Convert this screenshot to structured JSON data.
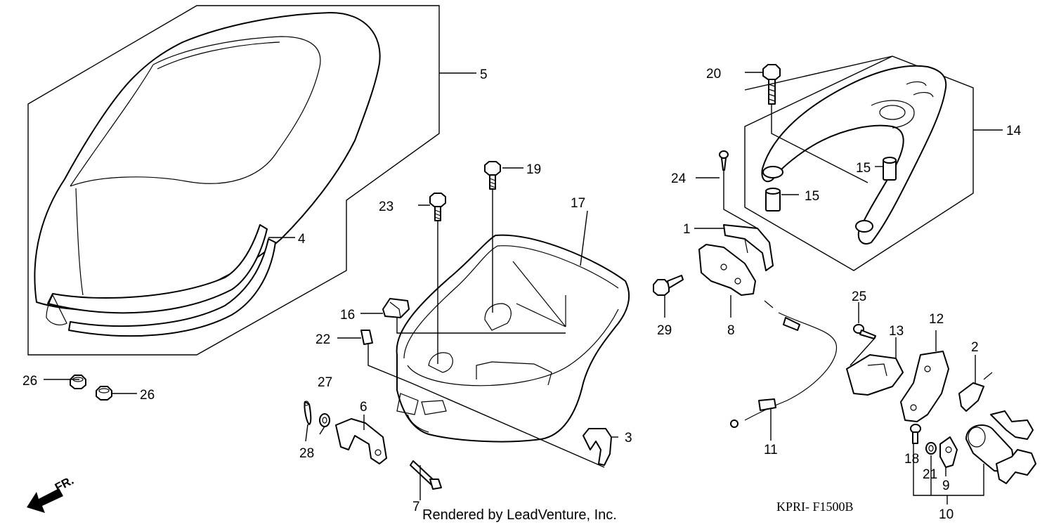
{
  "diagram": {
    "callouts": {
      "c1": "1",
      "c2": "2",
      "c3": "3",
      "c4": "4",
      "c5": "5",
      "c6": "6",
      "c7": "7",
      "c8": "8",
      "c9": "9",
      "c10": "10",
      "c11": "11",
      "c12": "12",
      "c13": "13",
      "c14": "14",
      "c15a": "15",
      "c15b": "15",
      "c16": "16",
      "c17": "17",
      "c18": "18",
      "c19": "19",
      "c20": "20",
      "c21": "21",
      "c22": "22",
      "c23": "23",
      "c24": "24",
      "c25": "25",
      "c26a": "26",
      "c26b": "26",
      "c27": "27",
      "c28": "28",
      "c29": "29"
    },
    "front_indicator": "FR.",
    "footer_credit": "Rendered by LeadVenture, Inc.",
    "diagram_code": "KPRI- F1500B"
  }
}
